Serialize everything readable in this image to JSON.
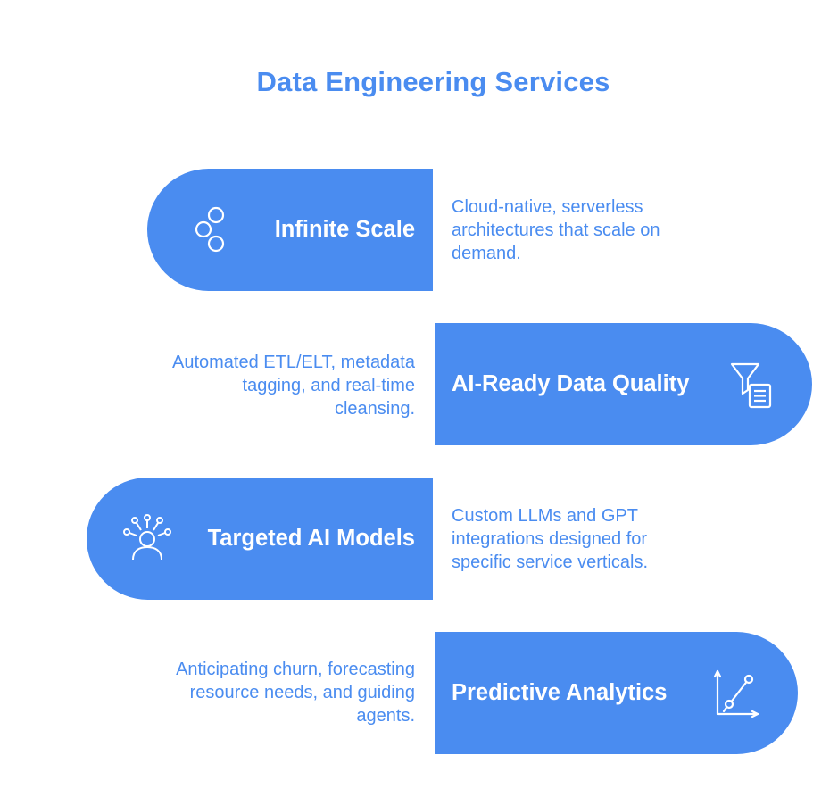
{
  "title": "Data Engineering Services",
  "services": [
    {
      "label": "Infinite Scale",
      "icon": "nodes-link-icon",
      "description_lines": [
        "Cloud-native, serverless",
        "architectures that scale on",
        "demand."
      ]
    },
    {
      "label": "AI-Ready Data Quality",
      "icon": "filter-document-icon",
      "description_lines": [
        "Automated ETL/ELT, metadata",
        "tagging, and real-time",
        "cleansing."
      ]
    },
    {
      "label": "Targeted AI Models",
      "icon": "ai-person-network-icon",
      "description_lines": [
        "Custom LLMs and GPT",
        "integrations designed for",
        "specific service verticals."
      ]
    },
    {
      "label": "Predictive Analytics",
      "icon": "trend-chart-icon",
      "description_lines": [
        "Anticipating churn, forecasting",
        "resource needs, and guiding",
        "agents."
      ]
    }
  ],
  "colors": {
    "accent": "#4a8cf0",
    "text_on_accent": "#ffffff",
    "background": "#ffffff"
  }
}
